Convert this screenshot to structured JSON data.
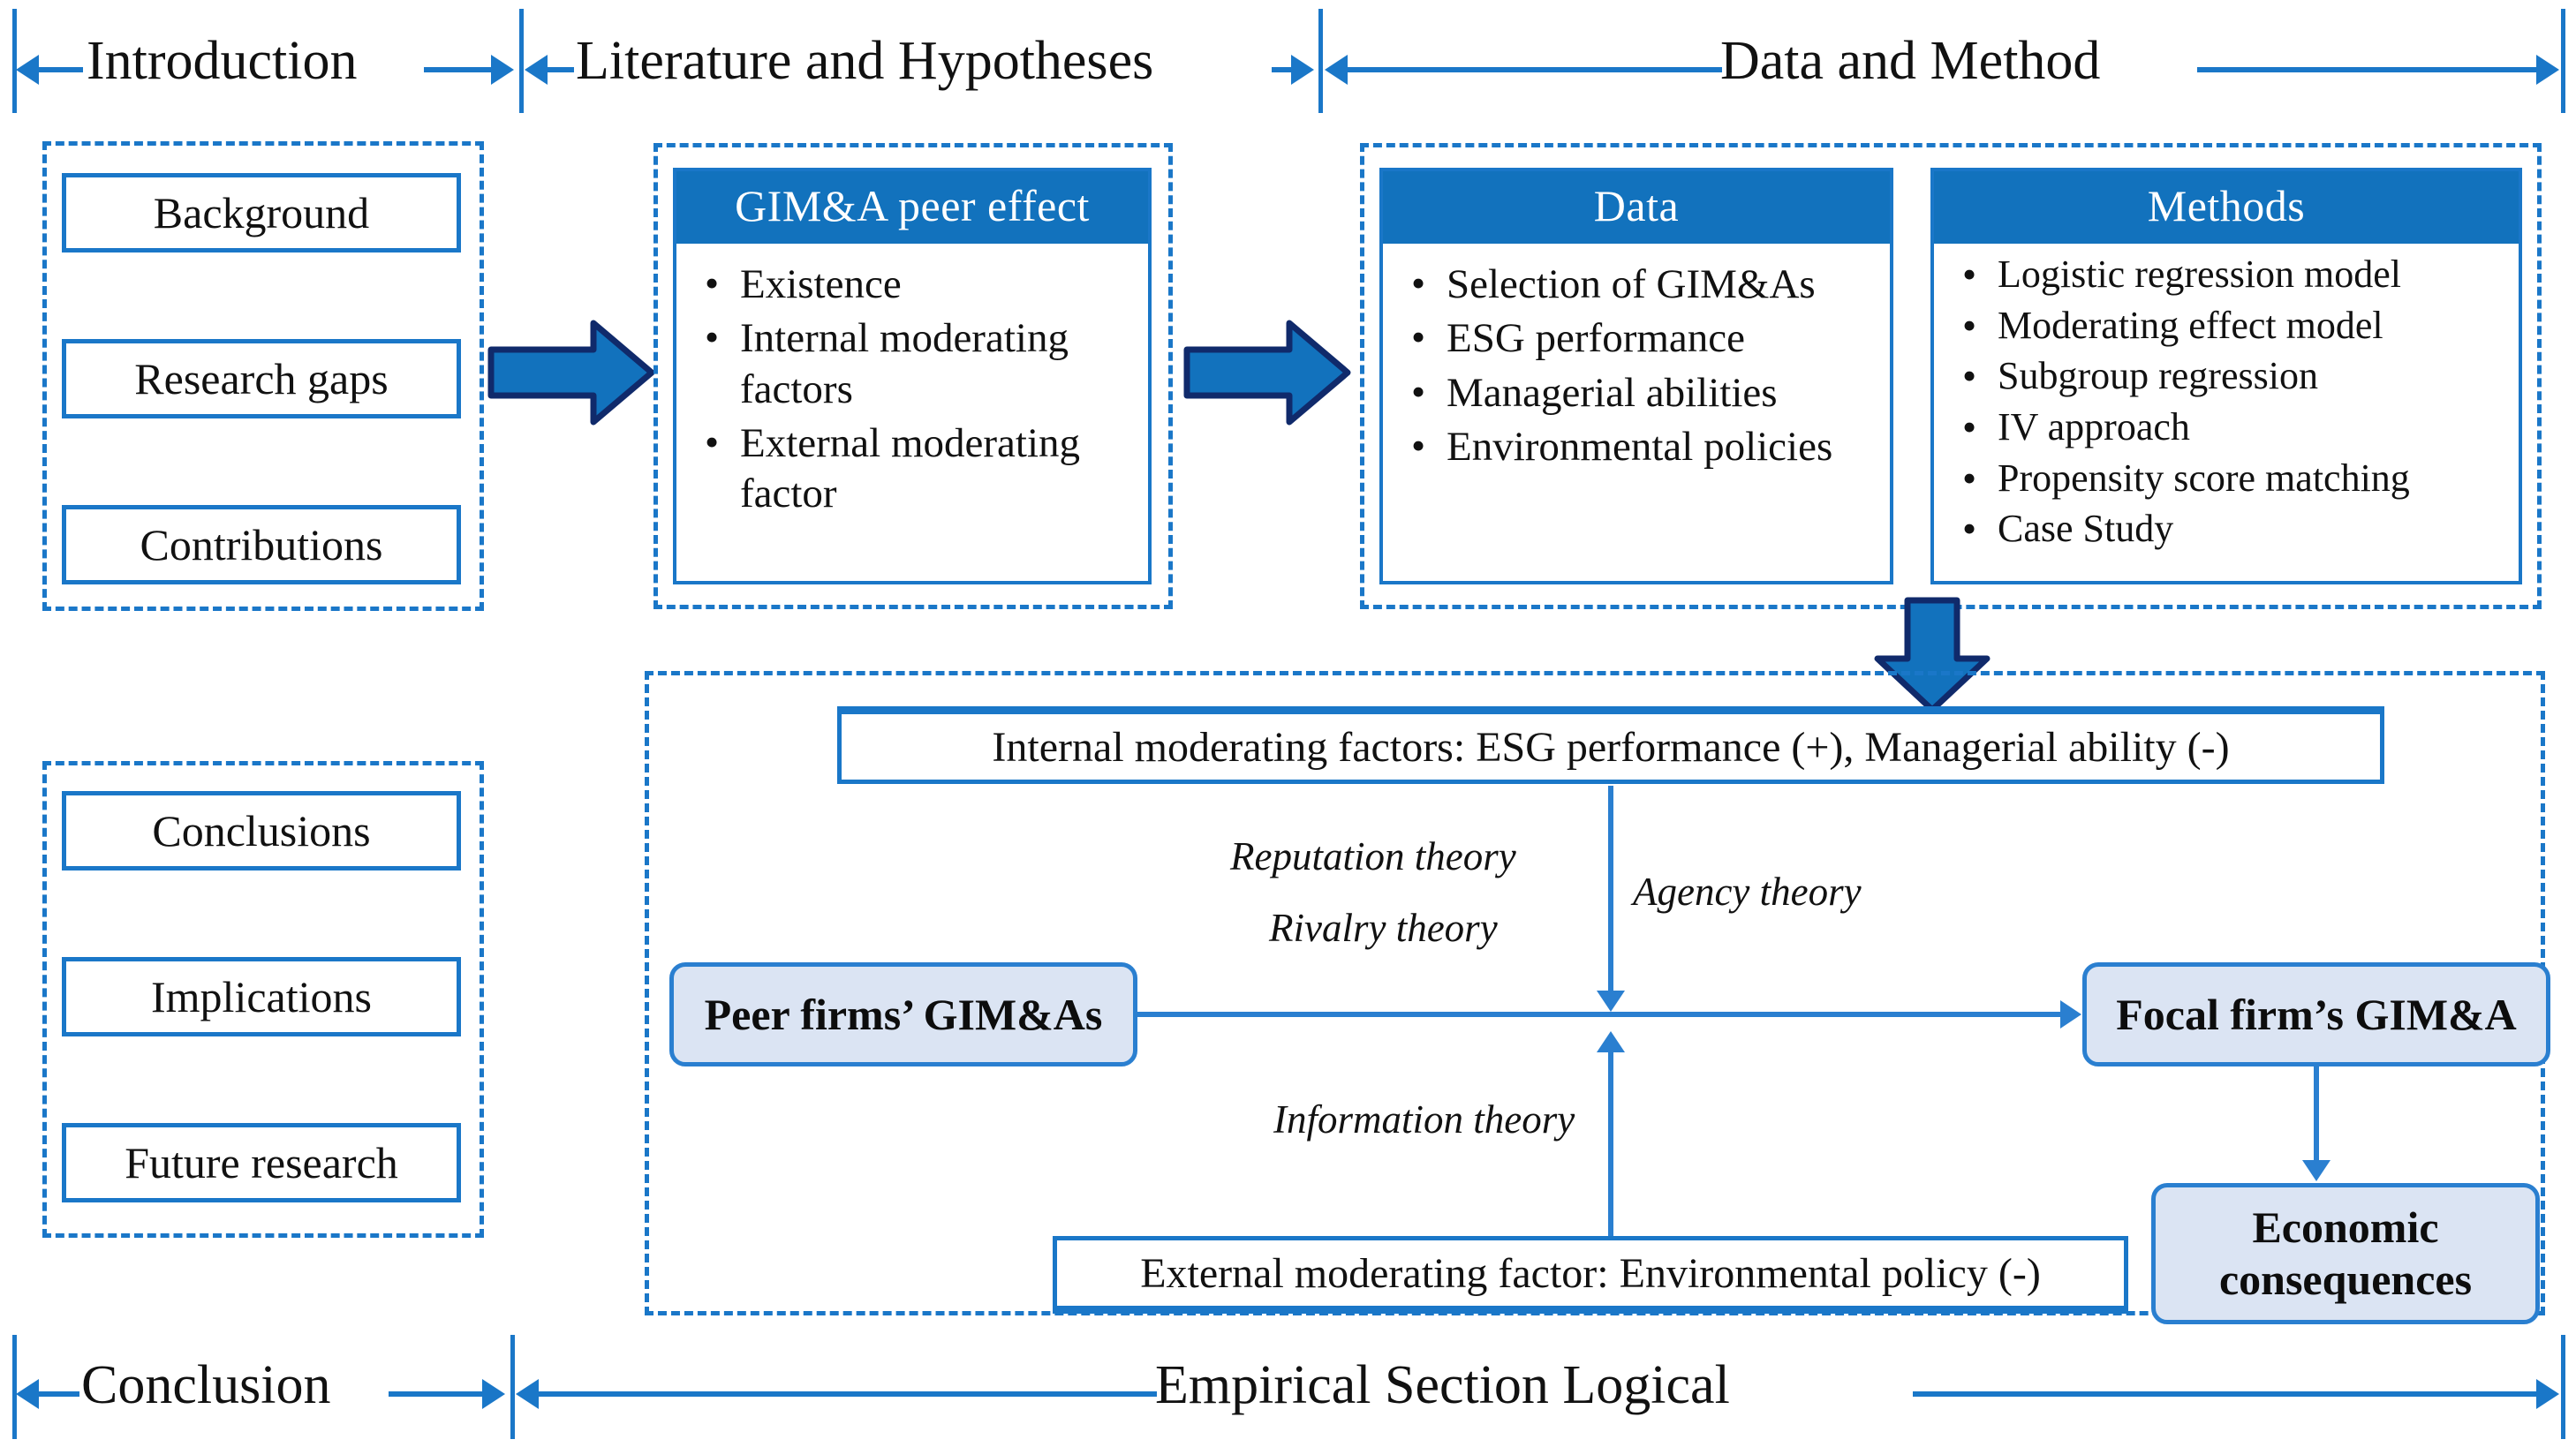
{
  "sections": {
    "top": [
      {
        "label": "Introduction"
      },
      {
        "label": "Literature and Hypotheses"
      },
      {
        "label": "Data and Method"
      }
    ],
    "bottom": [
      {
        "label": "Conclusion"
      },
      {
        "label": "Empirical Section Logical"
      }
    ]
  },
  "introduction": {
    "items": [
      {
        "label": "Background"
      },
      {
        "label": "Research gaps"
      },
      {
        "label": "Contributions"
      }
    ]
  },
  "conclusion": {
    "items": [
      {
        "label": "Conclusions"
      },
      {
        "label": "Implications"
      },
      {
        "label": "Future research"
      }
    ]
  },
  "literature": {
    "panel": {
      "title": "GIM&A peer effect",
      "bullets": [
        "Existence",
        "Internal moderating factors",
        "External moderating factor"
      ]
    }
  },
  "data_method": {
    "data_panel": {
      "title": "Data",
      "bullets": [
        "Selection of GIM&As",
        "ESG performance",
        "Managerial abilities",
        "Environmental policies"
      ]
    },
    "methods_panel": {
      "title": "Methods",
      "bullets": [
        "Logistic regression model",
        "Moderating effect model",
        "Subgroup regression",
        "IV approach",
        "Propensity score matching",
        "Case Study"
      ]
    }
  },
  "model": {
    "internal_factors": "Internal moderating factors: ESG performance (+), Managerial ability (-)",
    "external_factor": "External moderating factor: Environmental policy (-)",
    "peer_firms": "Peer firms’ GIM&As",
    "focal_firm": "Focal firm’s GIM&A",
    "economic_consequences": "Economic consequences",
    "theories": {
      "reputation": "Reputation theory",
      "rivalry": "Rivalry theory",
      "agency": "Agency theory",
      "information": "Information theory"
    }
  },
  "colors": {
    "accent_blue": "#1a77c8",
    "header_blue": "#1272bd",
    "arrow_fill": "#1272bd",
    "arrow_stroke": "#102a6b",
    "node_fill": "#dbe4f3",
    "node_stroke": "#2a7fd0"
  },
  "icons": {
    "flow_arrow_right": "block-arrow-right-icon",
    "flow_arrow_down": "block-arrow-down-icon",
    "range_arrow": "double-headed-range-arrow-icon"
  }
}
